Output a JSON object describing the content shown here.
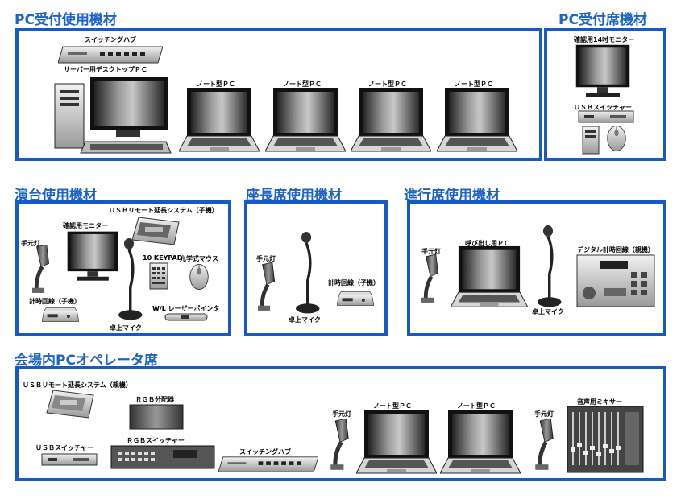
{
  "sections": {
    "pc_reception": {
      "title": "PC受付使用機材",
      "switching_hub": "スイッチングハブ",
      "server_pc": "サーバー用デスクトップＰＣ",
      "notebooks": [
        "ノート型ＰＣ",
        "ノート型ＰＣ",
        "ノート型ＰＣ",
        "ノート型ＰＣ"
      ]
    },
    "pc_reception_seat": {
      "title": "PC受付席機材",
      "monitor": "確認用14吋モニター",
      "usb_switcher": "ＵＳＢスイッチャー"
    },
    "podium": {
      "title": "演台使用機材",
      "usb_remote_child": "ＵＳＢリモート延長システム（子機）",
      "confirm_monitor": "確認用モニター",
      "hand_lamp": "手元灯",
      "keypad": "10 KEYPAD",
      "optical_mouse": "光学式マウス",
      "timer_child": "計時回線（子機）",
      "laser_pointer": "W/L レーザーポインタ",
      "desk_mic": "卓上マイク"
    },
    "chair_seat": {
      "title": "座長席使用機材",
      "hand_lamp": "手元灯",
      "timer_child": "計時回線（子機）",
      "desk_mic": "卓上マイク"
    },
    "progress_seat": {
      "title": "進行席使用機材",
      "hand_lamp": "手元灯",
      "call_pc": "呼び出し用ＰＣ",
      "digital_timer": "デジタル計時回線（親機）",
      "desk_mic": "卓上マイク"
    },
    "operator": {
      "title": "会場内PCオペレータ席",
      "usb_remote_parent": "ＵＳＢリモート延長システム（親機）",
      "rgb_distributor": "ＲＧＢ分配器",
      "usb_switcher": "ＵＳＢスイッチャー",
      "rgb_switcher": "ＲＧＢスイッチャー",
      "switching_hub": "スイッチングハブ",
      "hand_lamp_1": "手元灯",
      "notebooks": [
        "ノート型ＰＣ",
        "ノート型ＰＣ"
      ],
      "hand_lamp_2": "手元灯",
      "audio_mixer": "音声用ミキサー"
    }
  },
  "colors": {
    "section_title": "#1e63c8",
    "box_border": "#1759c6"
  }
}
